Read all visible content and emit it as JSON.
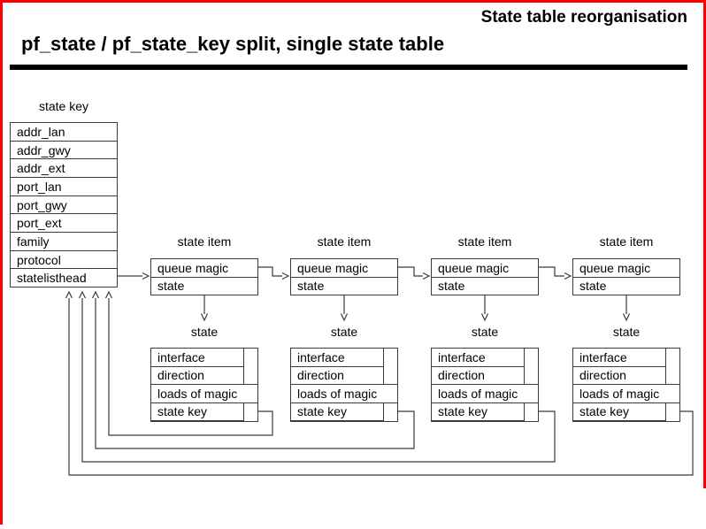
{
  "header": {
    "corner_label": "State table reorganisation",
    "title": "pf_state / pf_state_key split, single state table"
  },
  "state_key_table": {
    "label": "state key",
    "rows": [
      "addr_lan",
      "addr_gwy",
      "addr_ext",
      "port_lan",
      "port_gwy",
      "port_ext",
      "family",
      "protocol",
      "statelisthead"
    ]
  },
  "state_items": {
    "label": "state item",
    "count": 4,
    "rows": [
      "queue magic",
      "state"
    ]
  },
  "states": {
    "label": "state",
    "count": 4,
    "rows": [
      "interface",
      "direction",
      "loads of magic",
      "state key"
    ]
  },
  "colors": {
    "frame": "#ff0000",
    "line": "#3a3a3a",
    "text": "#000000",
    "title_rule": "#000000",
    "background": "#ffffff"
  }
}
